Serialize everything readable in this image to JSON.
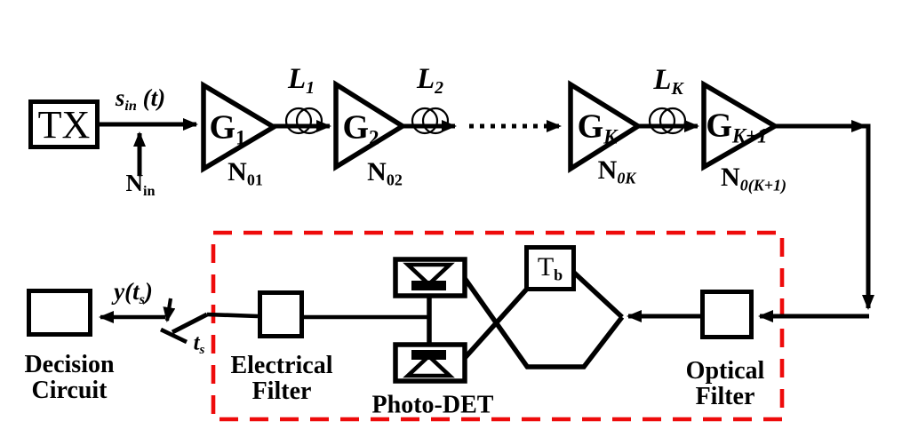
{
  "palette": {
    "ink": "#000000",
    "paper": "#ffffff",
    "receiver_outline": "#ee0b0b"
  },
  "transmitter": {
    "label": "TX"
  },
  "signals": {
    "input": {
      "main": "s",
      "sub": "in",
      "tail": " (t)"
    },
    "input_noise": {
      "main": "N",
      "sub": "in"
    },
    "output": {
      "main": "y(t",
      "sub": "s",
      "tail": ")"
    },
    "sample_time": {
      "main": "t",
      "sub": "s"
    }
  },
  "amplifiers": [
    {
      "gain_main": "G",
      "gain_sub": "1",
      "noise_main": "N",
      "noise_sub": "01"
    },
    {
      "gain_main": "G",
      "gain_sub": "2",
      "noise_main": "N",
      "noise_sub": "02"
    },
    {
      "gain_main": "G",
      "gain_sub": "K",
      "noise_main": "N",
      "noise_sub": "0K"
    },
    {
      "gain_main": "G",
      "gain_sub": "K+1",
      "noise_main": "N",
      "noise_sub": "0(K+1)"
    }
  ],
  "fibers": [
    {
      "main": "L",
      "sub": "1"
    },
    {
      "main": "L",
      "sub": "2"
    },
    {
      "main": "L",
      "sub": "K"
    }
  ],
  "receiver": {
    "optical_filter_line1": "Optical",
    "optical_filter_line2": "Filter",
    "delay_main": "T",
    "delay_sub": "b",
    "photodet_label": "Photo-DET",
    "electrical_filter_line1": "Electrical",
    "electrical_filter_line2": "Filter"
  },
  "decision": {
    "line1": "Decision",
    "line2": "Circuit"
  }
}
